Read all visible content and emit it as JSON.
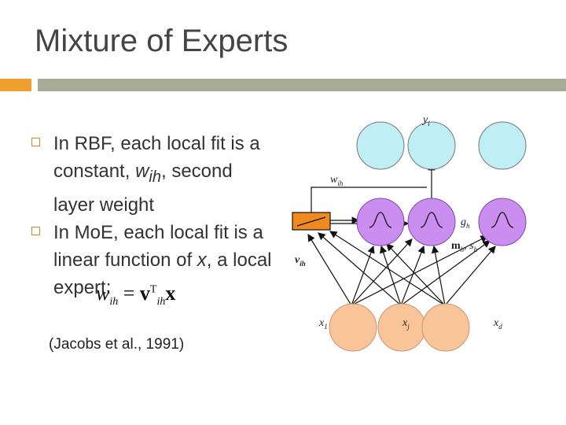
{
  "slide": {
    "title": "Mixture of Experts",
    "bullets": [
      {
        "pre": "In RBF, each local fit is a constant, ",
        "var": "w",
        "sub": "ih",
        "post": ", second layer weight"
      },
      {
        "pre": "In MoE, each local fit is a linear function of ",
        "var": "x",
        "post": ", a local expert:"
      }
    ],
    "formula": {
      "lhs": "w",
      "lhs_sub": "ih",
      "eq": " = ",
      "v": "v",
      "v_sup": "T",
      "v_sub": "ih",
      "x": "x"
    },
    "citation": "(Jacobs et al., 1991)"
  },
  "diagram": {
    "labels": {
      "y": "y",
      "y_sub": "i",
      "w": "w",
      "w_sub": "ih",
      "v": "v",
      "v_sub": "ih",
      "g": "g",
      "g_sub": "h",
      "ms": "m",
      "ms_sub": "h",
      "ms_sep": ", s",
      "ms_sub2": "h",
      "x1": "x",
      "x1_sub": "1",
      "xj": "x",
      "xj_sub": "j",
      "xd": "x",
      "xd_sub": "d"
    },
    "colors": {
      "output_node": "#bfeef5",
      "hidden_node": "#c98ef0",
      "input_node": "#f9c498",
      "gate_box": "#f08a20",
      "accent_bar": "#f0a030",
      "rule_bar": "#a8ab98"
    }
  }
}
